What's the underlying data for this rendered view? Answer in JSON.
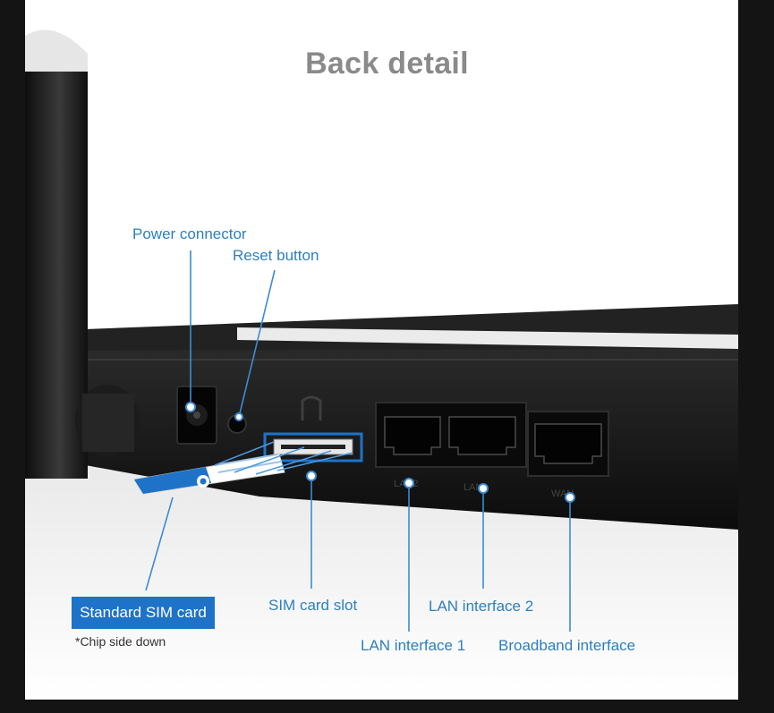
{
  "title": "Back detail",
  "callouts": {
    "power_connector": "Power connector",
    "reset_button": "Reset button",
    "sim_card_slot": "SIM card slot",
    "lan_interface_1": "LAN interface 1",
    "lan_interface_2": "LAN interface 2",
    "broadband_interface": "Broadband interface"
  },
  "sim_card": {
    "label": "Standard SIM card",
    "note": "*Chip side down"
  },
  "port_labels": {
    "lan2": "LAN2",
    "lan1": "LAN1",
    "wan": "WAN"
  },
  "colors": {
    "callout_blue": "#2e7fc0",
    "badge_blue": "#1e73c8",
    "title_grey": "#8a8a8a",
    "router_black": "#161616"
  },
  "icons": [
    "router-antenna",
    "sim-card-icon"
  ]
}
